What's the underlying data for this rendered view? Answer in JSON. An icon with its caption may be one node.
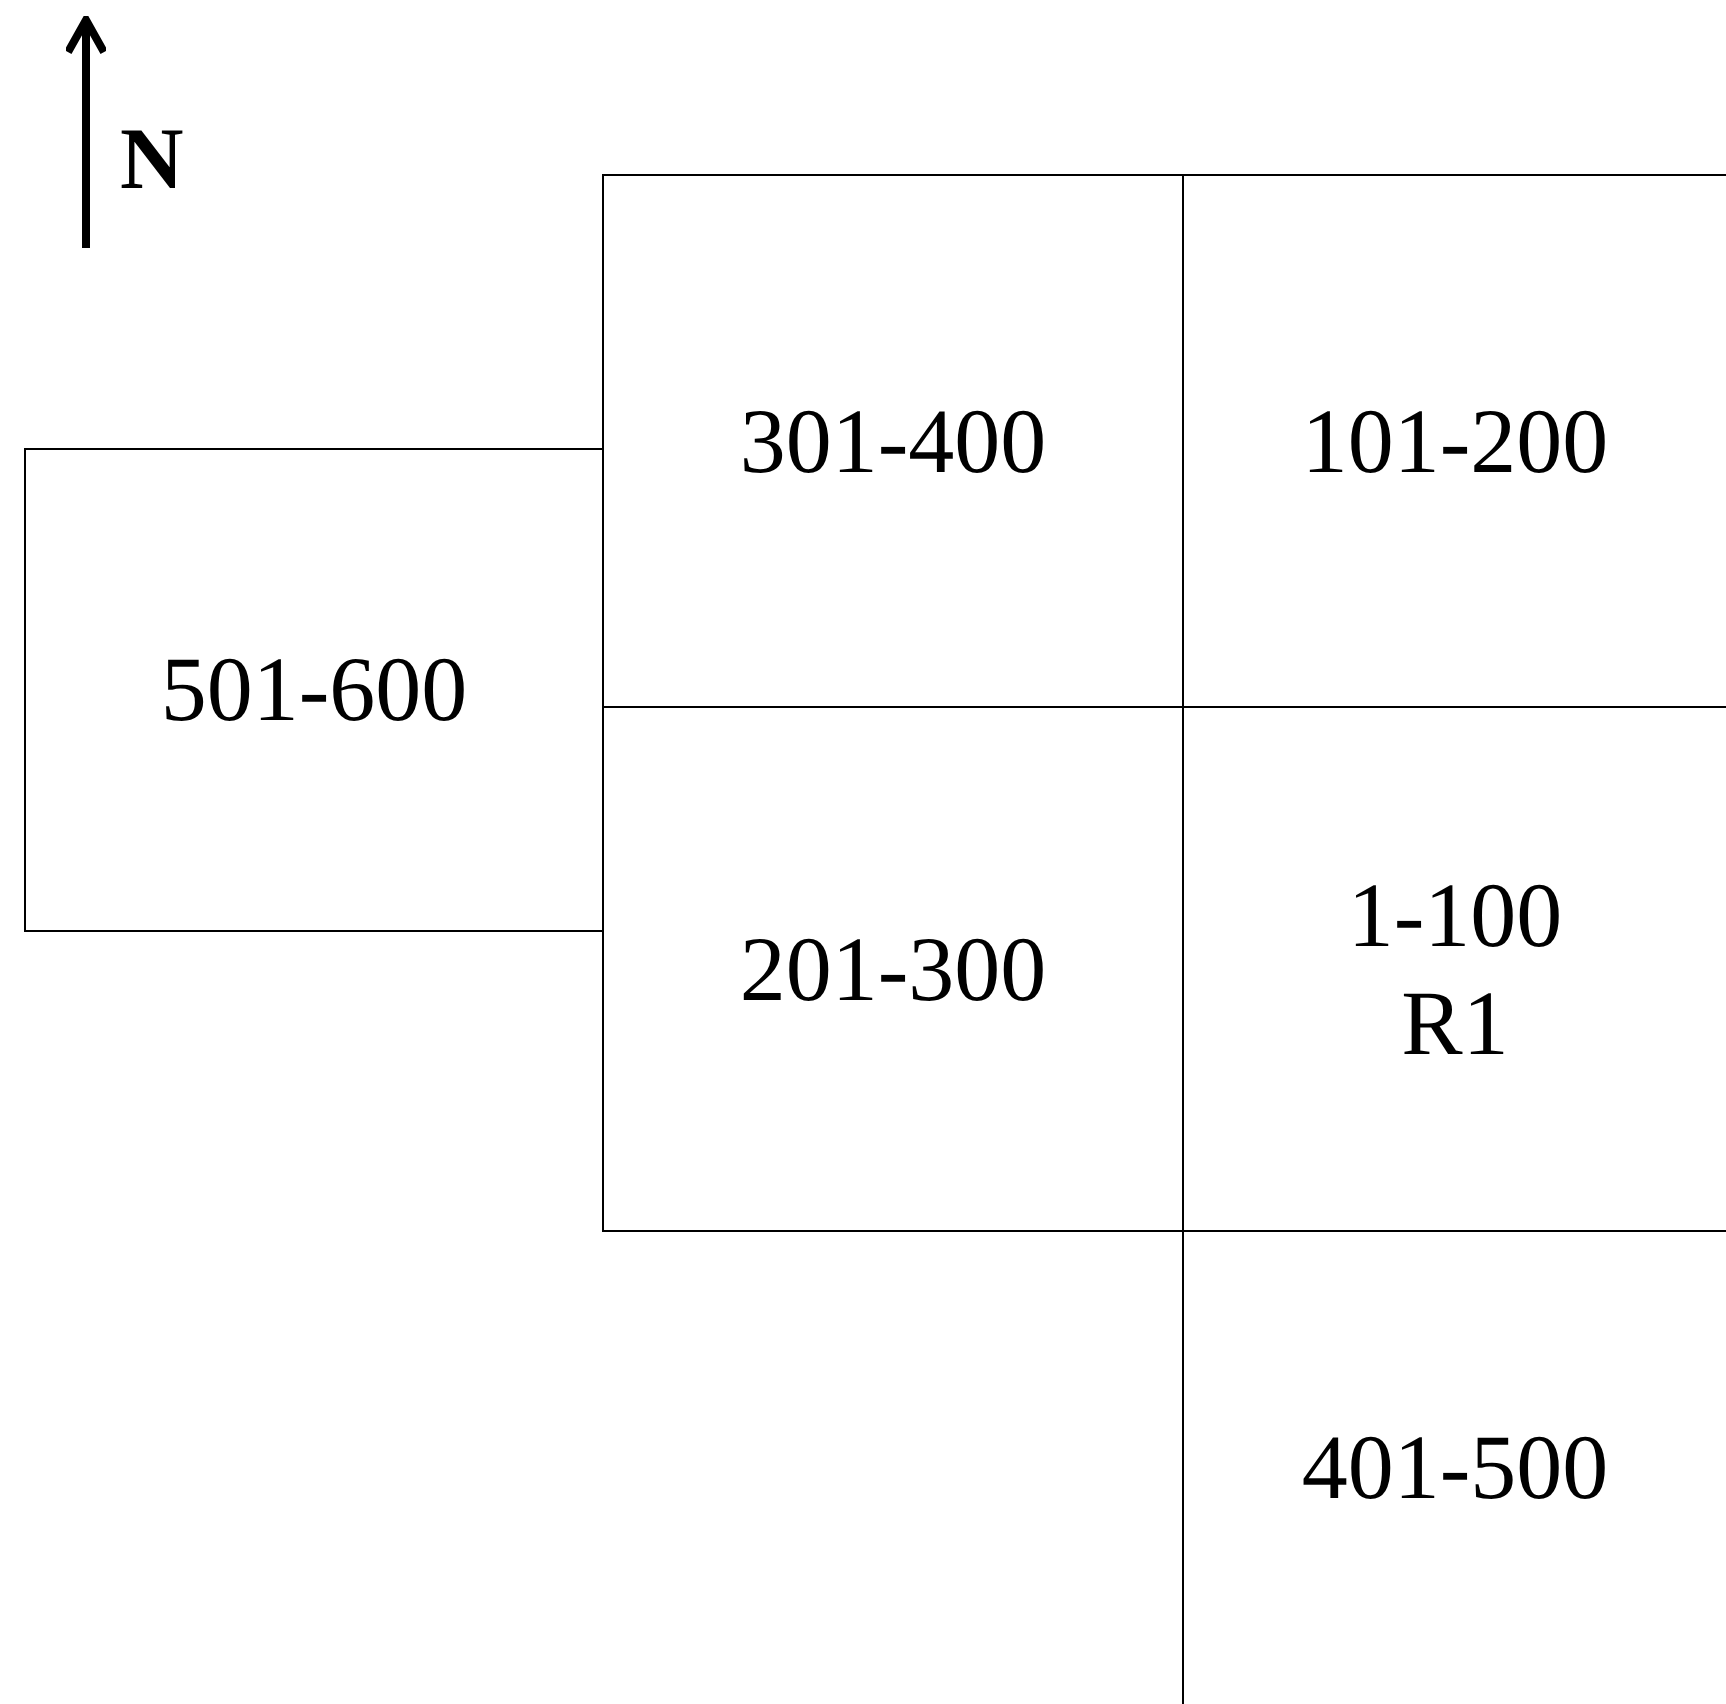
{
  "diagram": {
    "nodes": [
      {
        "text": [
          "501-600"
        ]
      },
      {
        "text": [
          "301-400"
        ]
      },
      {
        "text": [
          "101-200"
        ]
      },
      {
        "text": [
          "201-300"
        ]
      },
      {
        "text": [
          "1-100",
          "R1"
        ]
      },
      {
        "text": [
          "401-500"
        ]
      }
    ],
    "edges": [],
    "labels": [
      "N"
    ]
  }
}
